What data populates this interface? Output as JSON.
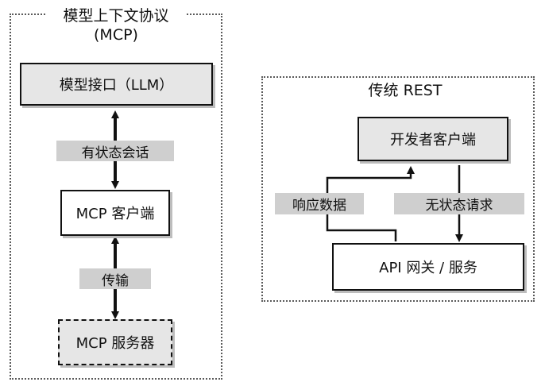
{
  "mcp": {
    "title_line1": "模型上下文协议",
    "title_line2": "(MCP)",
    "llm_box": "模型接口（LLM）",
    "stateful_session": "有状态会话",
    "client_box": "MCP 客户端",
    "transport": "传输",
    "server_box": "MCP 服务器"
  },
  "rest": {
    "title": "传统 REST",
    "dev_client_box": "开发者客户端",
    "response_data": "响应数据",
    "stateless_request": "无状态请求",
    "gateway_box": "API 网关 / 服务"
  }
}
